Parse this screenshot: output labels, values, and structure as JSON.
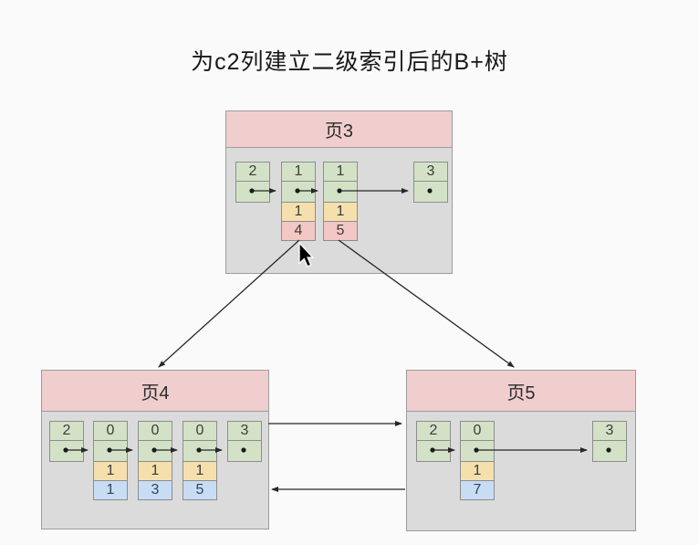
{
  "title": "为c2列建立二级索引后的B+树",
  "colors": {
    "page_header_pink": "#f0cecd",
    "page_body_gray": "#dbdbdb",
    "record_green": "#d3e2c7",
    "index_key_yellow": "#f5e0ad",
    "page_no_pink": "#f3c7c3",
    "primary_key_blue": "#c8dcf4",
    "arrow": "#272727"
  },
  "pages": {
    "page3": {
      "label": "页3",
      "records": [
        {
          "type": "2"
        },
        {
          "type": "1",
          "key": "1",
          "pointer": "4"
        },
        {
          "type": "1",
          "key": "1",
          "pointer": "5"
        },
        {
          "type": "3"
        }
      ]
    },
    "page4": {
      "label": "页4",
      "records": [
        {
          "type": "2"
        },
        {
          "type": "0",
          "key": "1",
          "pk": "1"
        },
        {
          "type": "0",
          "key": "1",
          "pk": "3"
        },
        {
          "type": "0",
          "key": "1",
          "pk": "5"
        },
        {
          "type": "3"
        }
      ]
    },
    "page5": {
      "label": "页5",
      "records": [
        {
          "type": "2"
        },
        {
          "type": "0",
          "key": "1",
          "pk": "7"
        },
        {
          "type": "3"
        }
      ]
    }
  },
  "icons": {
    "cursor": "mouse-pointer-icon"
  }
}
